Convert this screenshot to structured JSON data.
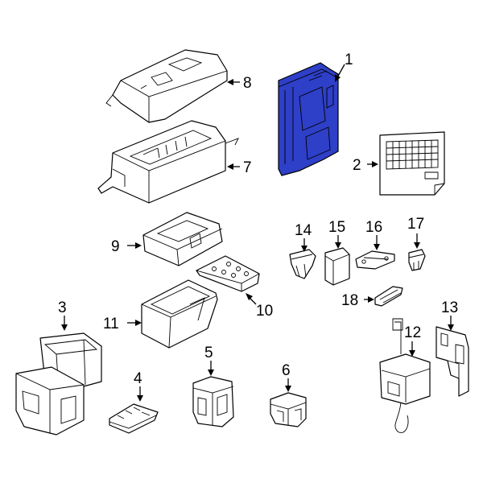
{
  "highlight_color": "#2e3fc8",
  "outline_color": "#000000",
  "callouts": {
    "c1": "1",
    "c2": "2",
    "c3": "3",
    "c4": "4",
    "c5": "5",
    "c6": "6",
    "c7": "7",
    "c8": "8",
    "c9": "9",
    "c10": "10",
    "c11": "11",
    "c12": "12",
    "c13": "13",
    "c14": "14",
    "c15": "15",
    "c16": "16",
    "c17": "17",
    "c18": "18"
  }
}
